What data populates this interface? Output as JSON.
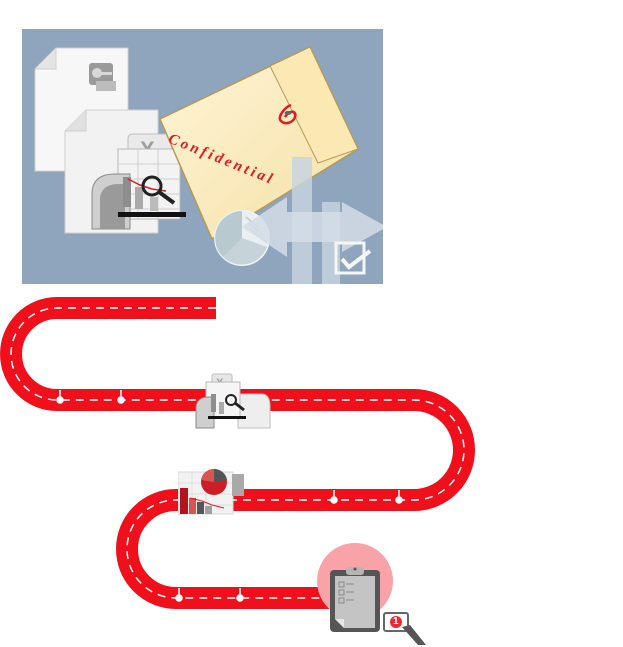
{
  "hero": {
    "background": "#8fa4bd",
    "envelope_label": "Confidential",
    "icons": [
      "access-document-icon",
      "excel-document-icon",
      "chart-magnifier-icon",
      "confidential-envelope-icon",
      "pie-chart-icon",
      "double-arrow-icon",
      "checkbox-icon"
    ]
  },
  "roadmap": {
    "road_color": "#f0101c",
    "stops": [
      {
        "name": "analysis-stop",
        "icon": "spreadsheet-magnifier-icon"
      },
      {
        "name": "reporting-stop",
        "icon": "charts-report-icon"
      },
      {
        "name": "checklist-stop",
        "icon": "clipboard-checklist-icon",
        "highlight": "#f9a3a8",
        "badge": "1"
      }
    ]
  }
}
